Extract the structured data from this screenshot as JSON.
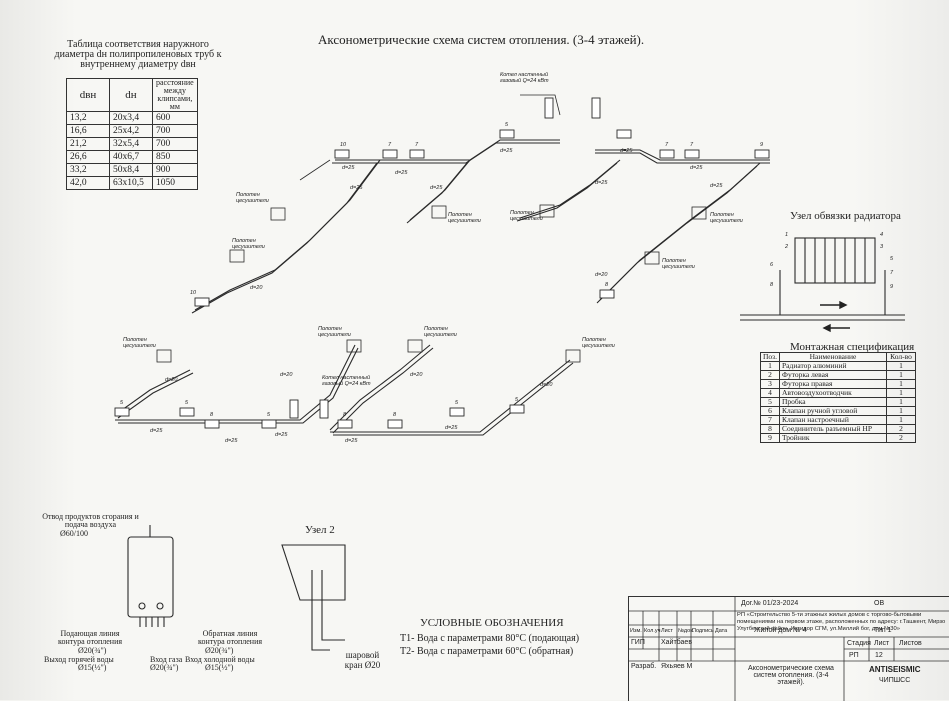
{
  "title": "Аксонометрические схема систем отопления. (3-4 этажей).",
  "diameter_table": {
    "title": "Таблица соответствия наружного диаметра dн полипропиленовых труб к внутреннему диаметру dвн",
    "headers": [
      "dвн",
      "dн",
      "расстояние между клипсами, мм"
    ],
    "rows": [
      [
        "13,2",
        "20х3,4",
        "600"
      ],
      [
        "16,6",
        "25х4,2",
        "700"
      ],
      [
        "21,2",
        "32х5,4",
        "700"
      ],
      [
        "26,6",
        "40х6,7",
        "850"
      ],
      [
        "33,2",
        "50х8,4",
        "900"
      ],
      [
        "42,0",
        "63х10,5",
        "1050"
      ]
    ]
  },
  "labels": {
    "towel": "Полотен цесушители",
    "boiler": "Котел настенный газовый Q=24 кВт",
    "d20": "d=20",
    "d25": "d=25"
  },
  "radiator_numbers": [
    "10",
    "7",
    "7",
    "5",
    "7",
    "7",
    "9",
    "8",
    "10",
    "5",
    "5",
    "8",
    "5",
    "8",
    "8",
    "5",
    "5"
  ],
  "radiator_node": {
    "title": "Узел обвязки радиатора",
    "callouts": [
      "1",
      "2",
      "3",
      "4",
      "5",
      "6",
      "7",
      "8",
      "9"
    ]
  },
  "spec": {
    "title": "Монтажная спецификация",
    "headers": [
      "Поз.",
      "Наименование",
      "Кол-во"
    ],
    "rows": [
      [
        "1",
        "Радиатор алюминий",
        "1"
      ],
      [
        "2",
        "Футорка левая",
        "1"
      ],
      [
        "3",
        "Футорка правая",
        "1"
      ],
      [
        "4",
        "Автовоздухоотводчик",
        "1"
      ],
      [
        "5",
        "Пробка",
        "1"
      ],
      [
        "6",
        "Клапан ручной угловой",
        "1"
      ],
      [
        "7",
        "Клапан настроечный",
        "1"
      ],
      [
        "8",
        "Соединитель разъемный НР",
        "2"
      ],
      [
        "9",
        "Тройник",
        "2"
      ]
    ]
  },
  "boiler_diagram": {
    "exhaust": "Отвод продуктов сгорания и подача воздуха",
    "exhaust_size": "Ø60/100",
    "supply_heating": "Подающая линия контура отопления",
    "supply_heating_size": "Ø20(¾\")",
    "hot_water": "Выход горячей воды",
    "hot_water_size": "Ø15(½\")",
    "gas": "Вход газа",
    "gas_size": "Ø20(¾\")",
    "return_heating": "Обратная линия контура отопления",
    "return_heating_size": "Ø20(¾\")",
    "cold_water": "Вход холодной воды",
    "cold_water_size": "Ø15(½\")"
  },
  "node2": {
    "title": "Узел 2",
    "valve": "шаровой кран Ø20"
  },
  "legend": {
    "title": "УСЛОВНЫЕ ОБОЗНАЧЕНИЯ",
    "t1": "Т1- Вода с параметрами 80°С (подающая)",
    "t2": "Т2- Вода с параметрами 60°С (обратная)"
  },
  "stamp": {
    "doc_no": "Дог.№ 01/23-2024",
    "mark": "ОВ",
    "project": "РП «Строительство 5-ти этажных жилых домов с торгово-бытовыми помещениями на первом этаже, расположенных по адресу: г.Ташкент, Мирзо Улугбекский район, Иктидор СГМ, ул.Миллий бог, дом №30»",
    "col_izm": "Изм.",
    "col_kol": "Кол.уч",
    "col_list": "Лист",
    "col_doc": "№док.",
    "col_sign": "Подпись",
    "col_date": "Дата",
    "gip_label": "ГИП",
    "gip_name": "Хайтбаев",
    "razrab_label": "Разраб.",
    "razrab_name": "Яхьяев М",
    "house": "Жилой дом № 4",
    "type": "Тип 1",
    "stage_label": "Стадия",
    "sheet_label": "Лист",
    "sheets_label": "Листов",
    "stage": "РП",
    "sheet": "12",
    "drawing_name": "Аксонометрические схема систем отопления. (3-4 этажей).",
    "company": "ANTISEISMIC",
    "company2": "ЧИПШСС"
  }
}
